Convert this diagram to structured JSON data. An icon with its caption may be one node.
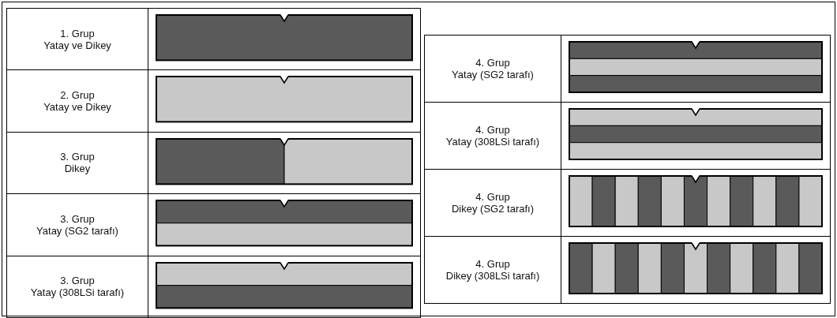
{
  "diagram": {
    "labels": [
      "1. Grup",
      "Yatay ve Dikey",
      "2. Grup",
      "Yatay ve Dikey",
      "3. Grup",
      "Dikey",
      "3. Grup",
      "Yatay (SG2 tarafı)",
      "3. Grup",
      "Yatay (308LSi tarafı)",
      "4. Grup",
      "Yatay (SG2 tarafı)",
      "4. Grup",
      "Yatay (308LSi tarafı)",
      "4. Grup",
      "Dikey (SG2 tarafı)",
      "4. Grup",
      "Dikey (308LSi tarafı)"
    ]
  }
}
